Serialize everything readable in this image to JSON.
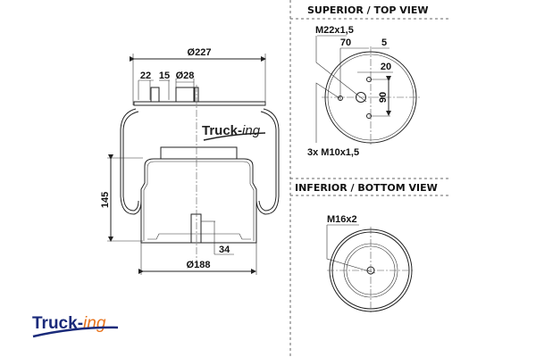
{
  "side_view": {
    "dims": {
      "top_diameter": "Ø227",
      "offset_22": "22",
      "offset_15": "15",
      "port_diameter": "Ø28",
      "height": "145",
      "stud_34": "34",
      "base_diameter": "Ø188"
    },
    "logo": {
      "main": "Truck-",
      "suffix": "ing"
    }
  },
  "top_view": {
    "heading": "SUPERIOR / TOP VIEW",
    "port_thread": "M22x1,5",
    "dim_70": "70",
    "dim_5": "5",
    "dim_20": "20",
    "dim_90": "90",
    "bolt_thread": "3x M10x1,5"
  },
  "bottom_view": {
    "heading": "INFERIOR / BOTTOM VIEW",
    "thread": "M16x2"
  },
  "brand_logo": {
    "main": "Truck-",
    "suffix": "ing",
    "colors": {
      "main": "#1a2a7a",
      "suffix": "#e8731c"
    }
  }
}
